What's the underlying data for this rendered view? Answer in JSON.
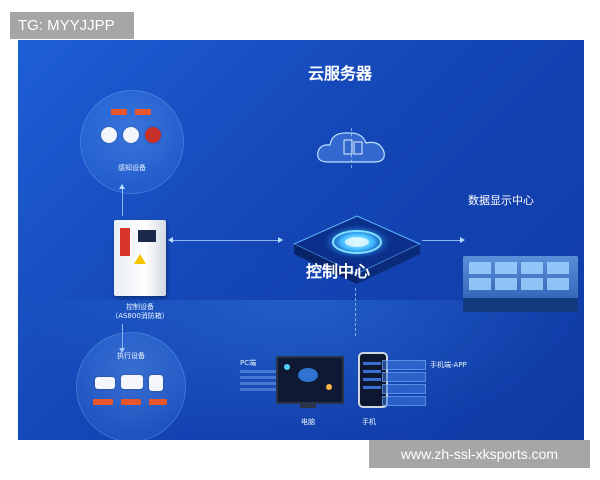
{
  "watermarks": {
    "top_left": "TG: MYYJJPP",
    "bottom_right": "www.zh-ssl-xksports.com"
  },
  "diagram": {
    "cloud_server": {
      "label": "云服务器"
    },
    "control_center": {
      "label": "控制中心"
    },
    "data_display": {
      "label": "数据显示中心"
    },
    "sensing": {
      "label": "感知设备"
    },
    "executing": {
      "label": "执行设备"
    },
    "control_device": {
      "label": "控制设备",
      "sublabel": "（AS800消防箱）"
    },
    "endpoints": {
      "pc": {
        "header": "PC端",
        "label": "电脑"
      },
      "mobile": {
        "header": "手机端-APP",
        "label": "手机"
      }
    }
  },
  "colors": {
    "background_blue": "#1446b6",
    "accent_cyan": "#4fd2ff",
    "alarm_red": "#d9342b"
  }
}
